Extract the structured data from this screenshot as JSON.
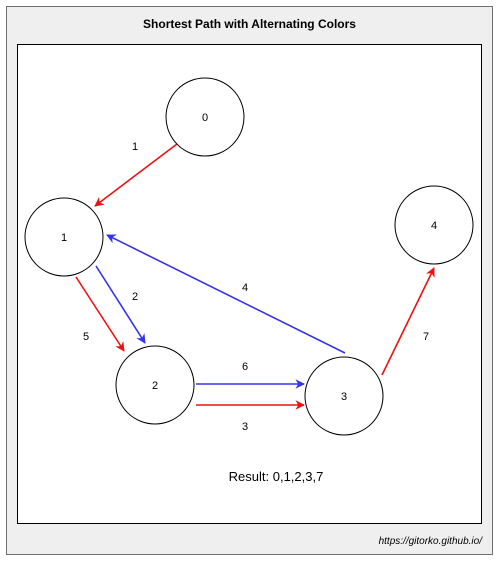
{
  "title": "Shortest Path with Alternating Colors",
  "footer": "https://gitorko.github.io/",
  "result": "Result: 0,1,2,3,7",
  "colors": {
    "red": "#ee1111",
    "blue": "#3333ee",
    "node_stroke": "#000000"
  },
  "nodes": [
    {
      "id": "0",
      "label": "0"
    },
    {
      "id": "1",
      "label": "1"
    },
    {
      "id": "2",
      "label": "2"
    },
    {
      "id": "3",
      "label": "3"
    },
    {
      "id": "4",
      "label": "4"
    }
  ],
  "edges": [
    {
      "from": "0",
      "to": "1",
      "color": "red",
      "weight": "1"
    },
    {
      "from": "1",
      "to": "2",
      "color": "red",
      "weight": "5"
    },
    {
      "from": "1",
      "to": "2",
      "color": "blue",
      "weight": "2"
    },
    {
      "from": "2",
      "to": "3",
      "color": "blue",
      "weight": "6"
    },
    {
      "from": "2",
      "to": "3",
      "color": "red",
      "weight": "3"
    },
    {
      "from": "3",
      "to": "1",
      "color": "blue",
      "weight": "4"
    },
    {
      "from": "3",
      "to": "4",
      "color": "red",
      "weight": "7"
    }
  ]
}
